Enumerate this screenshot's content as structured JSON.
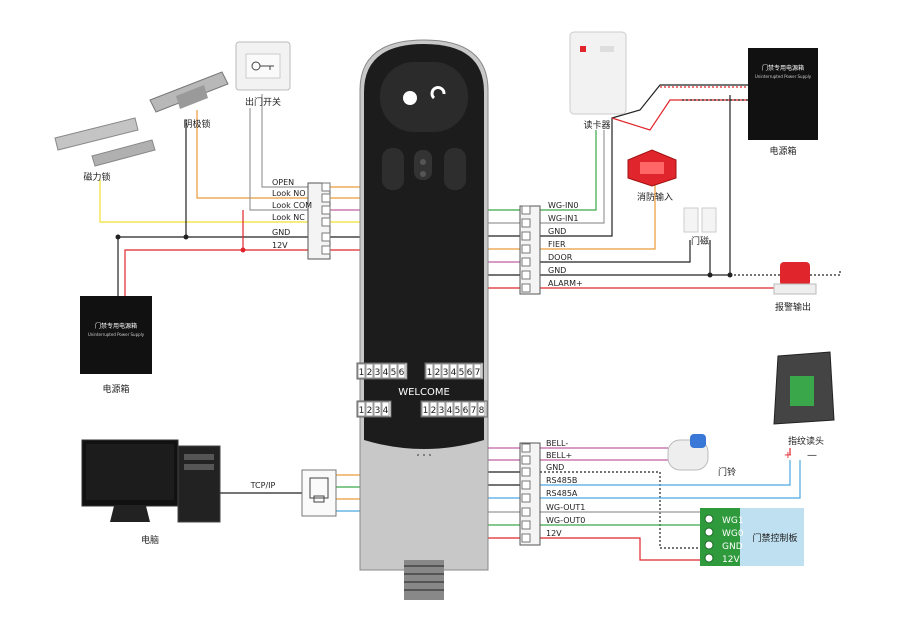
{
  "device": {
    "welcome": "WELCOME",
    "port_top_left": [
      "1",
      "2",
      "3",
      "4",
      "5",
      "6"
    ],
    "port_top_right": [
      "1",
      "2",
      "3",
      "4",
      "5",
      "6",
      "7"
    ],
    "port_mid_left": [
      "1",
      "2",
      "3",
      "4"
    ],
    "port_mid_right": [
      "1",
      "2",
      "3",
      "4",
      "5",
      "6",
      "7",
      "8"
    ]
  },
  "lock_terminals": [
    "OPEN",
    "Look NO",
    "Look COM",
    "Look NC",
    "GND",
    "12V"
  ],
  "input_terminals": [
    "WG-IN0",
    "WG-IN1",
    "GND",
    "FIER",
    "DOOR",
    "GND",
    "ALARM+"
  ],
  "bottom_terminals": [
    "BELL-",
    "BELL+",
    "GND",
    "RS485B",
    "RS485A",
    "WG-OUT1",
    "WG-OUT0",
    "12V"
  ],
  "devices": {
    "exit_button": "出门开关",
    "strike_lock": "阴极锁",
    "mag_lock": "磁力锁",
    "power_left": "电源箱",
    "power_left_label": "门禁专用电源箱",
    "power_left_sub": "Uninterrupted Power Supply",
    "reader": "读卡器",
    "power_right": "电源箱",
    "power_right_label": "门禁专用电源箱",
    "power_right_sub": "Uninterrupted Power Supply",
    "fire_input": "消防输入",
    "door_sensor": "门磁",
    "alarm_output": "报警输出",
    "fingerprint": "指纹读头",
    "doorbell": "门铃",
    "computer": "电脑",
    "tcpip": "TCP/IP",
    "controller": "门禁控制板"
  },
  "controller_terminals": [
    "WG1",
    "WG0",
    "GND",
    "12V"
  ],
  "fingerprint_polarity": [
    "+",
    "—"
  ],
  "colors": {
    "red": "#e0262c",
    "black": "#222222",
    "yellow": "#f0e030",
    "orange": "#e89a3a",
    "green": "#3aa84a",
    "gray": "#999999",
    "purple": "#c05fa0",
    "blue": "#4aa8e0",
    "controller_bg": "#bfe0f0",
    "terminal_green": "#2e9a3c"
  }
}
